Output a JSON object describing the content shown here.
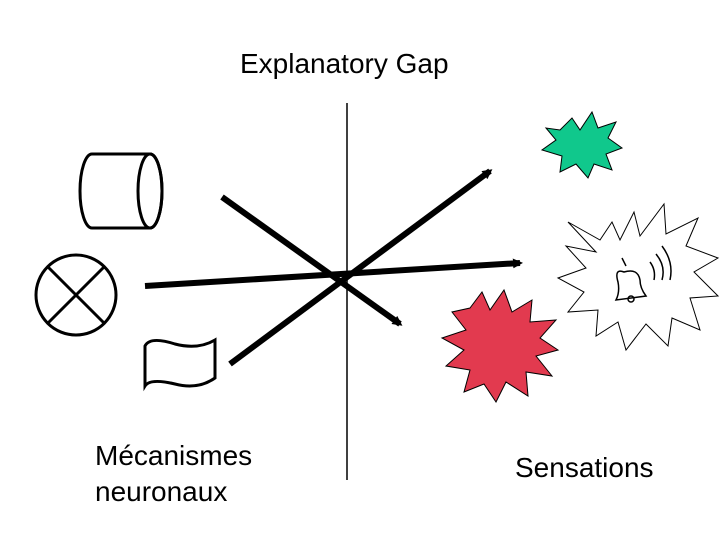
{
  "title": "Explanatory Gap",
  "left_label": {
    "line1": "Mécanismes",
    "line2": "neuronaux"
  },
  "right_label": "Sensations",
  "colors": {
    "ink": "#000000",
    "starburst_green": "#10c88c",
    "starburst_red": "#e23a4f",
    "starburst_outline": "#000000"
  },
  "icons": [
    "cylinder-icon",
    "circle-x-icon",
    "scroll-icon",
    "green-starburst-icon",
    "red-starburst-icon",
    "bell-starburst-icon"
  ]
}
